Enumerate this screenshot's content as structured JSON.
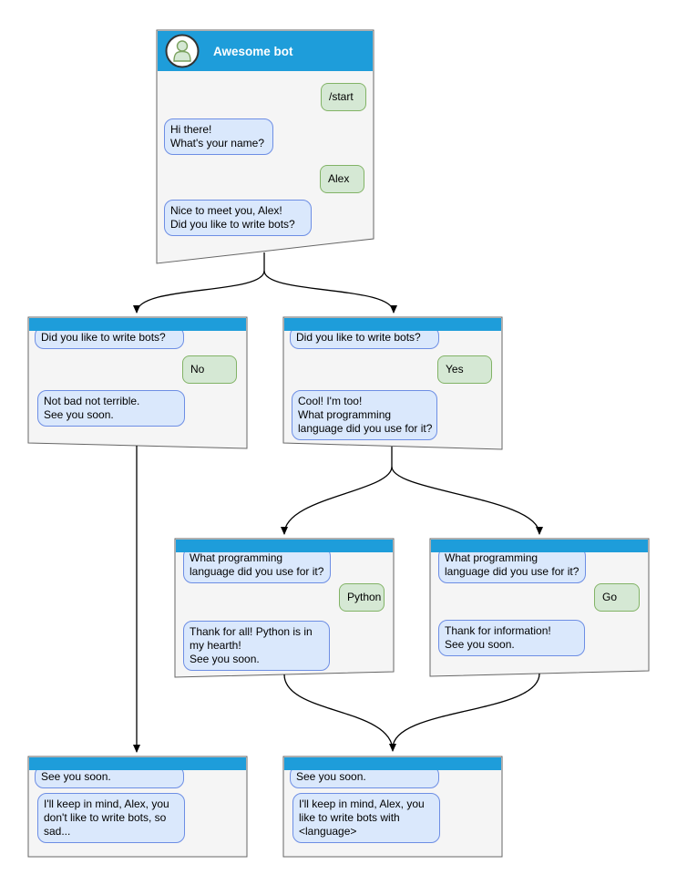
{
  "palette": {
    "header_blue": "#1e9dda",
    "window_fill": "#f5f5f5",
    "window_border": "#666666",
    "bot_bubble_fill": "#dae8fc",
    "bot_bubble_border": "#6d8ee4",
    "user_bubble_fill": "#d5e8d4",
    "user_bubble_border": "#82b366",
    "arrow": "#000000",
    "title_color": "#ffffff"
  },
  "main_window": {
    "title": "Awesome bot",
    "avatar_icon": "person-icon",
    "messages": [
      {
        "from": "user",
        "text": "/start"
      },
      {
        "from": "bot",
        "text": "Hi there!\nWhat's your name?"
      },
      {
        "from": "user",
        "text": "Alex"
      },
      {
        "from": "bot",
        "text": "Nice to meet you, Alex!\nDid you like to write bots?"
      }
    ]
  },
  "branch_no": {
    "messages": [
      {
        "from": "bot",
        "text": "Did you like to write bots?"
      },
      {
        "from": "user",
        "text": "No"
      },
      {
        "from": "bot",
        "text": "Not bad not terrible.\nSee you soon."
      }
    ]
  },
  "branch_yes": {
    "messages": [
      {
        "from": "bot",
        "text": "Did you like to write bots?"
      },
      {
        "from": "user",
        "text": "Yes"
      },
      {
        "from": "bot",
        "text": "Cool! I'm too!\nWhat programming\nlanguage did you use for it?"
      }
    ]
  },
  "branch_python": {
    "messages": [
      {
        "from": "bot",
        "text": "What programming\nlanguage did you use for it?"
      },
      {
        "from": "user",
        "text": "Python"
      },
      {
        "from": "bot",
        "text": "Thank for all! Python is in\nmy hearth!\nSee you soon."
      }
    ]
  },
  "branch_go": {
    "messages": [
      {
        "from": "bot",
        "text": "What programming\nlanguage did you use for it?"
      },
      {
        "from": "user",
        "text": "Go"
      },
      {
        "from": "bot",
        "text": "Thank for information!\nSee you soon."
      }
    ]
  },
  "end_no": {
    "messages": [
      {
        "from": "bot",
        "text": "See you soon."
      },
      {
        "from": "bot",
        "text": "I'll keep in mind, Alex, you\ndon't like to write bots, so\nsad..."
      }
    ]
  },
  "end_language": {
    "messages": [
      {
        "from": "bot",
        "text": "See you soon."
      },
      {
        "from": "bot",
        "text": "I'll keep in mind, Alex, you\nlike to write bots with\n<language>"
      }
    ]
  }
}
